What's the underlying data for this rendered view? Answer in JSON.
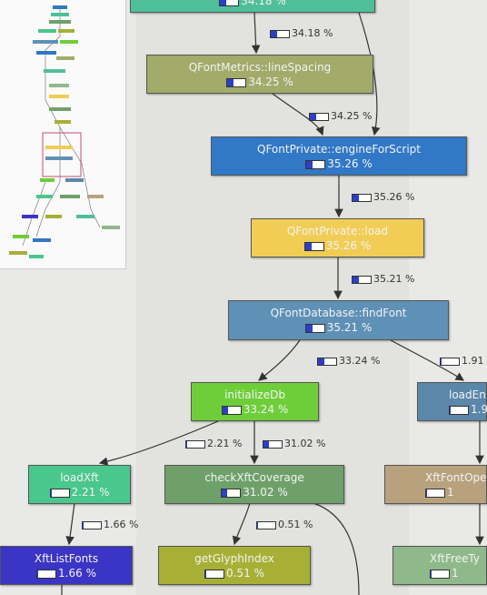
{
  "nodes": {
    "top": {
      "label": "",
      "pct": "34.18 %",
      "fill": 0.34,
      "color": "#4fbf9a"
    },
    "linespacing": {
      "label": "QFontMetrics::lineSpacing",
      "pct": "34.25 %",
      "fill": 0.34,
      "color": "#a2ab6a"
    },
    "engine": {
      "label": "QFontPrivate::engineForScript",
      "pct": "35.26 %",
      "fill": 0.35,
      "color": "#3178c6"
    },
    "load": {
      "label": "QFontPrivate::load",
      "pct": "35.26 %",
      "fill": 0.35,
      "color": "#f1cd55"
    },
    "findfont": {
      "label": "QFontDatabase::findFont",
      "pct": "35.21 %",
      "fill": 0.35,
      "color": "#5f90b6"
    },
    "initdb": {
      "label": "initializeDb",
      "pct": "33.24 %",
      "fill": 0.33,
      "color": "#6ece3a"
    },
    "loadengine": {
      "label": "loadEn",
      "pct": "1.9",
      "fill": 0.02,
      "color": "#5a87aa"
    },
    "loadxft": {
      "label": "loadXft",
      "pct": "2.21 %",
      "fill": 0.02,
      "color": "#49c78c"
    },
    "checkxft": {
      "label": "checkXftCoverage",
      "pct": "31.02 %",
      "fill": 0.31,
      "color": "#6fa06a"
    },
    "xftfontope": {
      "label": "XftFontOpe",
      "pct": "1",
      "fill": 0.02,
      "color": "#b8a27e"
    },
    "xftlist": {
      "label": "XftListFonts",
      "pct": "1.66 %",
      "fill": 0.02,
      "color": "#3b35c5"
    },
    "getglyph": {
      "label": "getGlyphIndex",
      "pct": "0.51 %",
      "fill": 0.01,
      "color": "#a7b035"
    },
    "xftfree": {
      "label": "XftFreeTy",
      "pct": "1",
      "fill": 0.02,
      "color": "#8fb98a"
    }
  },
  "edges": {
    "e1": {
      "pct": "34.18 %",
      "fill": 0.34
    },
    "e2": {
      "pct": "34.25 %",
      "fill": 0.34
    },
    "e3": {
      "pct": "35.26 %",
      "fill": 0.35
    },
    "e4": {
      "pct": "35.21 %",
      "fill": 0.35
    },
    "e5": {
      "pct": "33.24 %",
      "fill": 0.33
    },
    "e6": {
      "pct": "1.91",
      "fill": 0.02
    },
    "e7": {
      "pct": "2.21 %",
      "fill": 0.02
    },
    "e8": {
      "pct": "31.02 %",
      "fill": 0.31
    },
    "e9": {
      "pct": "1.66 %",
      "fill": 0.02
    },
    "e10": {
      "pct": "0.51 %",
      "fill": 0.01
    }
  },
  "colors": {
    "edge": "#333333",
    "bar_fill": "#2b3fc8",
    "background": "#e9e9e7"
  }
}
